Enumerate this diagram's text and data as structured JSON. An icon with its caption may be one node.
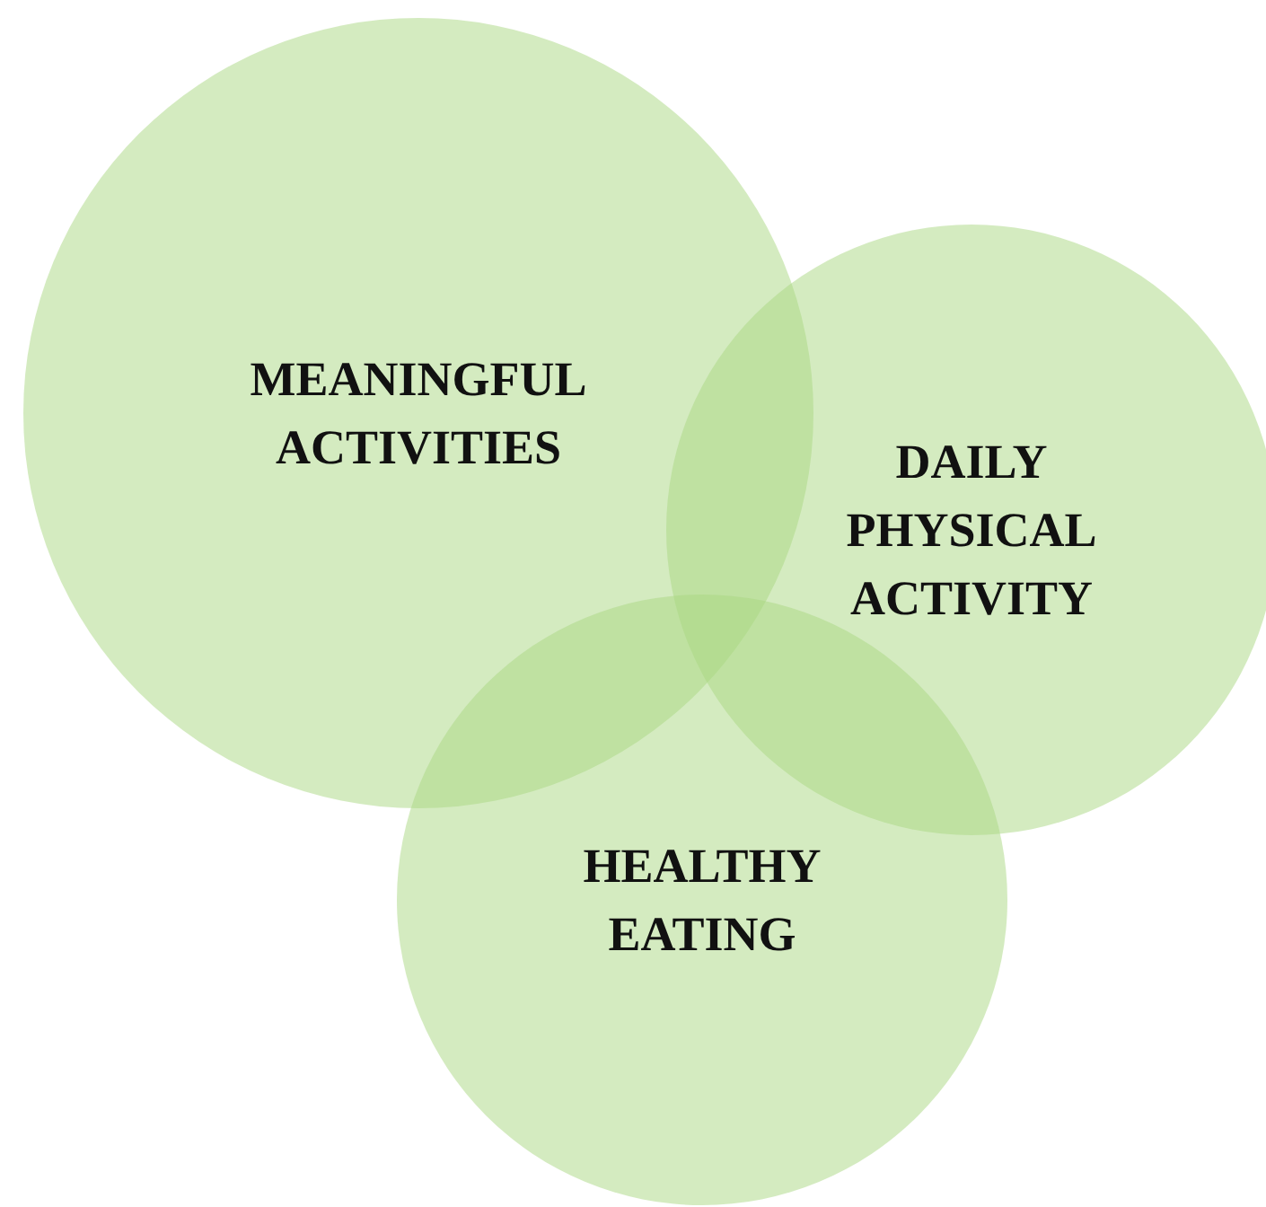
{
  "diagram": {
    "nodes": [
      {
        "text": [
          "MEANINGFUL ACTIVITIES"
        ]
      },
      {
        "text": [
          "DAILY PHYSICAL ACTIVITY"
        ]
      },
      {
        "text": [
          "HEALTHY EATING"
        ]
      }
    ]
  }
}
